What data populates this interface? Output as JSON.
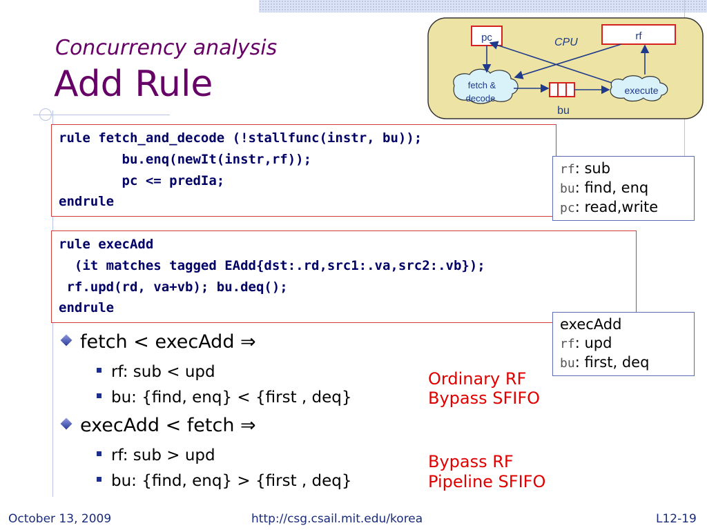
{
  "slide": {
    "subtitle": "Concurrency analysis",
    "title": "Add Rule"
  },
  "diagram": {
    "cpu_label": "CPU",
    "pc_label": "pc",
    "rf_label": "rf",
    "fetch_label_line1": "fetch &",
    "fetch_label_line2": "decode",
    "execute_label": "execute",
    "bu_label": "bu"
  },
  "code_fetch": {
    "line1_kw": "rule",
    "line1_rest": " fetch_and_decode (!stallfunc(instr, bu));",
    "line2": "        bu.enq(newIt(instr,rf));",
    "line3": "        pc <= predIa;",
    "line4": "endrule"
  },
  "code_exec": {
    "line1_kw": "rule",
    "line1_rest": " execAdd",
    "line2": "  (it matches tagged EAdd{dst:.rd,src1:.va,src2:.vb});",
    "line3": " rf.upd(rd, va+vb); bu.deq();",
    "line4": "endrule"
  },
  "note_fetch": {
    "rf_name": "rf",
    "rf_methods": ": sub",
    "bu_name": "bu",
    "bu_methods": ": find, enq",
    "pc_name": "pc",
    "pc_methods": ": read,write"
  },
  "note_exec": {
    "heading": "execAdd",
    "rf_name": "rf",
    "rf_methods": ": upd",
    "bu_name": "bu",
    "bu_methods": ": first, deq"
  },
  "bullets": {
    "b1": "fetch < execAdd ⇒",
    "b1_sub1": "rf: sub < upd",
    "b1_sub2": "bu: {find, enq} < {first , deq}",
    "b2": "execAdd < fetch ⇒",
    "b2_sub1": "rf: sub > upd",
    "b2_sub2": "bu: {find, enq} > {first , deq}"
  },
  "annotations": {
    "a1_line1": "Ordinary RF",
    "a1_line2": "Bypass SFIFO",
    "a2_line1": "Bypass RF",
    "a2_line2": "Pipeline SFIFO"
  },
  "footer": {
    "date": "October 13, 2009",
    "url": "http://csg.csail.mit.edu/korea",
    "page": "L12-19"
  }
}
